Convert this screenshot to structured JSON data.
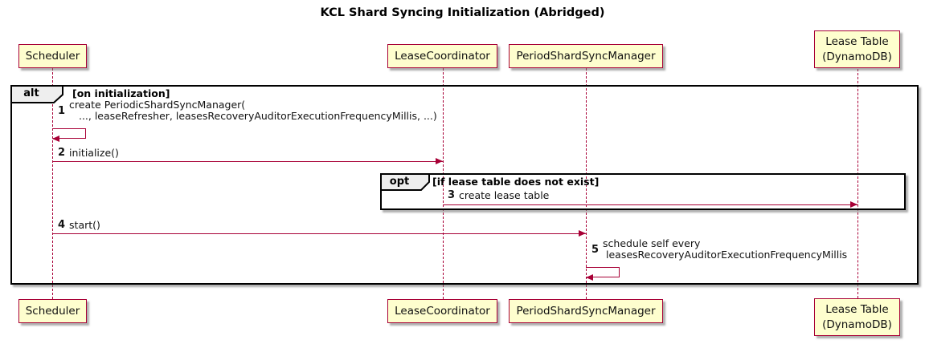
{
  "diagram": {
    "type": "sequence",
    "title": "KCL Shard Syncing Initialization (Abridged)"
  },
  "colors": {
    "participant_fill": "#FEFECE",
    "participant_border": "#A80036",
    "arrow": "#A80036",
    "lifeline": "#A80036",
    "frame_border": "#000000",
    "frame_header_fill": "#EEEEEE"
  },
  "participants": [
    {
      "label": "Scheduler"
    },
    {
      "label": "LeaseCoordinator"
    },
    {
      "label": "PeriodShardSyncManager"
    },
    {
      "label": "Lease Table\n(DynamoDB)"
    }
  ],
  "frames": {
    "alt": {
      "keyword": "alt",
      "condition": "[on initialization]"
    },
    "opt": {
      "keyword": "opt",
      "condition": "[if lease table does not exist]"
    }
  },
  "messages": [
    {
      "num": "1",
      "kind": "self",
      "from": "Scheduler",
      "to": "Scheduler",
      "text": "create PeriodicShardSyncManager(\n   ..., leaseRefresher, leasesRecoveryAuditorExecutionFrequencyMillis, ...)"
    },
    {
      "num": "2",
      "kind": "arrow",
      "from": "Scheduler",
      "to": "LeaseCoordinator",
      "text": "initialize()"
    },
    {
      "num": "3",
      "kind": "arrow",
      "from": "LeaseCoordinator",
      "to": "Lease Table (DynamoDB)",
      "text": "create lease table"
    },
    {
      "num": "4",
      "kind": "arrow",
      "from": "Scheduler",
      "to": "PeriodShardSyncManager",
      "text": "start()"
    },
    {
      "num": "5",
      "kind": "self",
      "from": "PeriodShardSyncManager",
      "to": "PeriodShardSyncManager",
      "text": "schedule self every\n leasesRecoveryAuditorExecutionFrequencyMillis"
    }
  ]
}
